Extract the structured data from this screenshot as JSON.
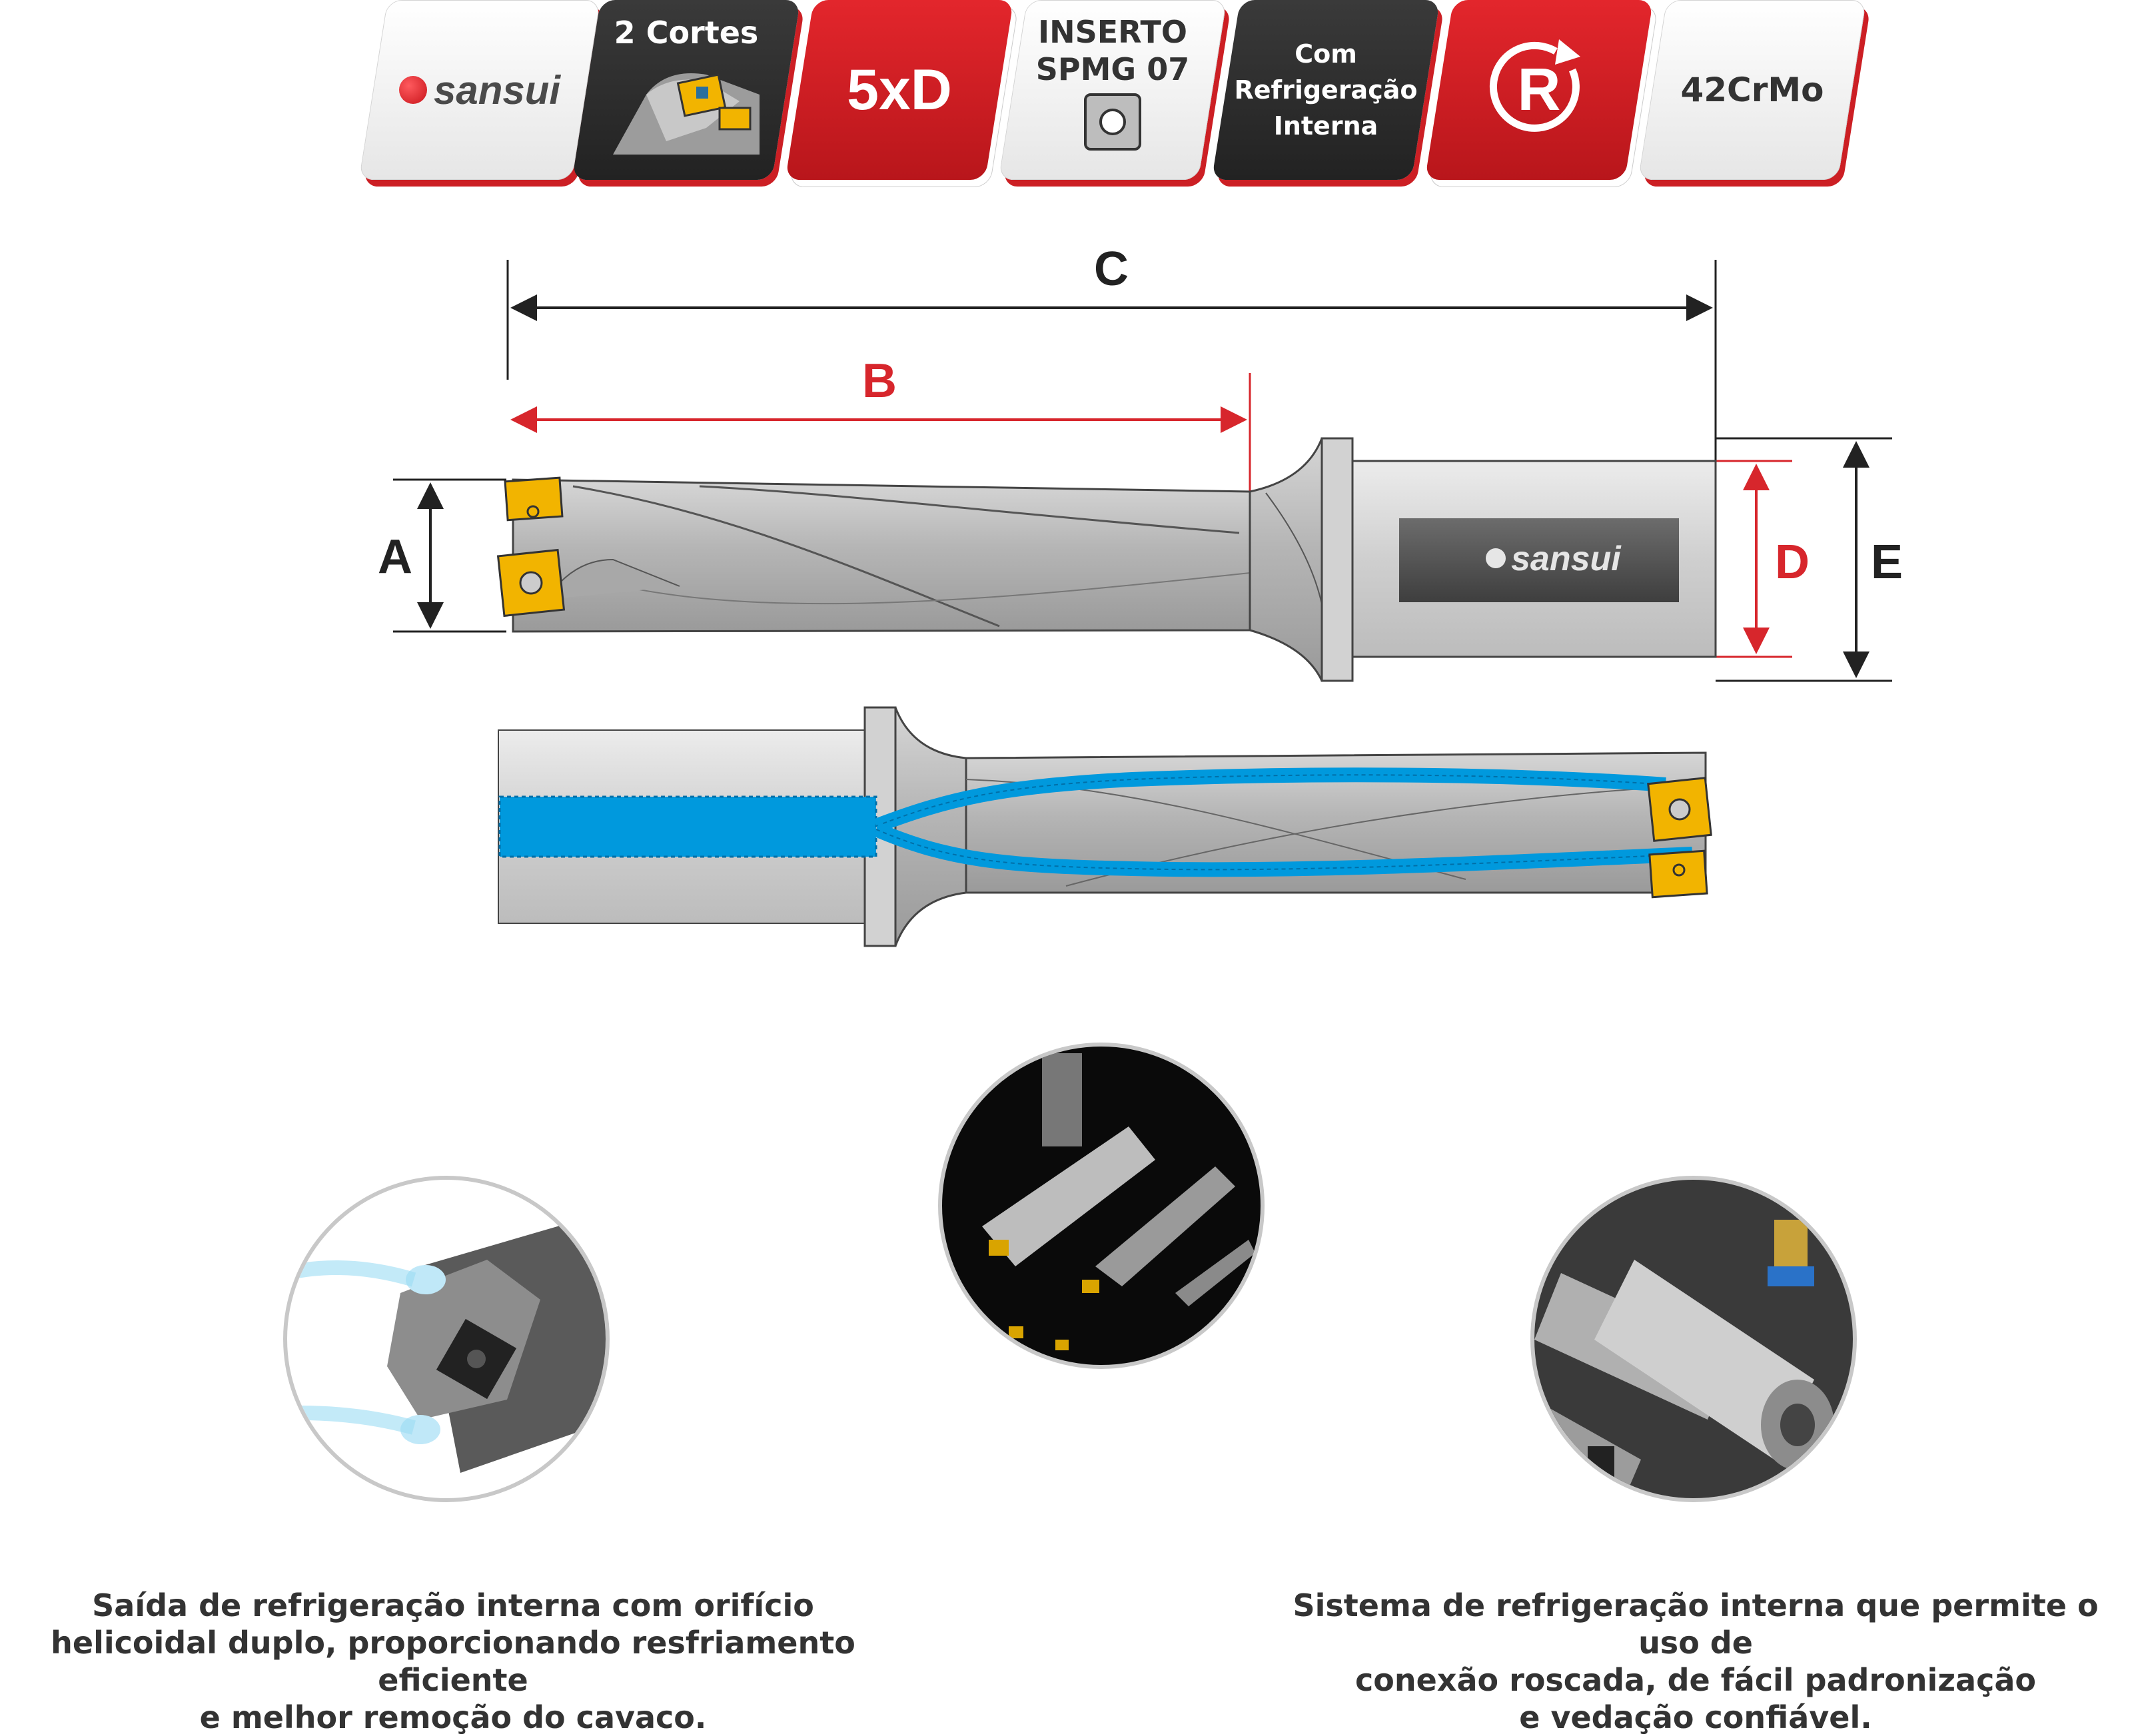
{
  "badges": {
    "brand": "sansui",
    "cuts": "2 Cortes",
    "ratio": "5xD",
    "insert_line1": "INSERTO",
    "insert_line2": "SPMG 07",
    "coolant_line1": "Com",
    "coolant_line2": "Refrigeração",
    "coolant_line3": "Interna",
    "reg_symbol": "R",
    "material": "42CrMo"
  },
  "dimensions": {
    "a": "A",
    "b": "B",
    "c": "C",
    "d": "D",
    "e": "E"
  },
  "shank_logo": "sansui",
  "captions": {
    "left": "Saída de refrigeração interna com orifício\nhelicoidal duplo, proporcionando resfriamento eficiente\ne melhor remoção do cavaco.",
    "right": "Sistema de refrigeração interna que permite o uso de\nconexão roscada, de fácil padronização\ne vedação confiável."
  },
  "colors": {
    "brand_red": "#d7262c",
    "coolant_blue": "#0099dd",
    "insert_gold": "#f2b400",
    "dark_badge": "#2b2b2b"
  }
}
